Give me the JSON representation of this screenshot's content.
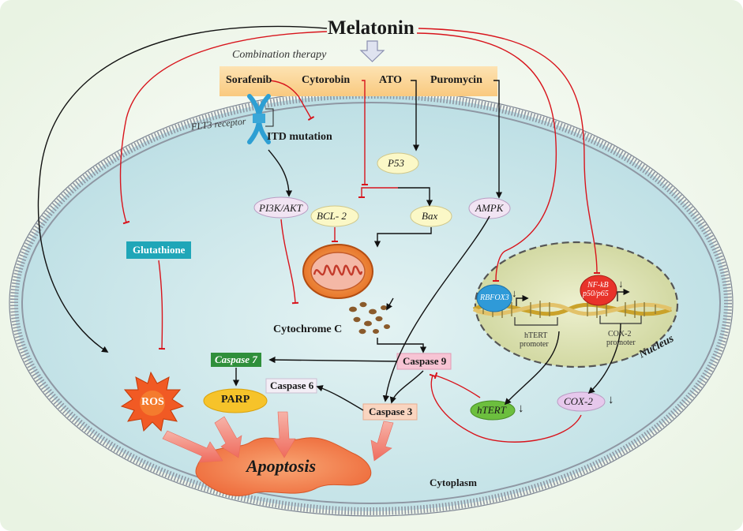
{
  "title": "Melatonin",
  "combination_therapy_label": "Combination therapy",
  "drugs": [
    "Sorafenib",
    "Cytorobin",
    "ATO",
    "Puromycin"
  ],
  "receptor_label": "FLT3 receptor",
  "itd_label": "ITD mutation",
  "pathway": {
    "pi3k": "PI3K/AKT",
    "p53": "P53",
    "bcl2": "BCL- 2",
    "bax": "Bax",
    "ampk": "AMPK",
    "cytochrome": "Cytochrome C",
    "glutathione": "Glutathione",
    "ros": "ROS",
    "caspase7": "Caspase 7",
    "caspase9": "Caspase 9",
    "caspase6": "Caspase 6",
    "caspase3": "Caspase 3",
    "parp": "PARP",
    "apoptosis": "Apoptosis",
    "cytoplasm": "Cytoplasm"
  },
  "nucleus": {
    "label": "Nucleus",
    "rbfox3": "RBFOX3",
    "nfkb_line1": "NF-kB",
    "nfkb_line2": "p50/p65",
    "htert_promoter_line1": "hTERT",
    "htert_promoter_line2": "promoter",
    "cox2_promoter_line1": "COX-2",
    "cox2_promoter_line2": "promoter"
  },
  "outputs": {
    "htert": "hTERT",
    "cox2": "COX-2",
    "down_arrow": "↓"
  },
  "colors": {
    "activation": "#111111",
    "inhibition": "#d8141c",
    "cell_fill": "#cfe8ec",
    "membrane": "#9aa2ae",
    "nucleus_fill": "#dfe4bb",
    "drug_bar": "#fbd79a",
    "caspase7": "#2f8f3b",
    "caspase9": "#f7c4d4",
    "caspase3": "#f9d5c0",
    "glutathione": "#1fa6b8",
    "ros": "#f15a24",
    "parp": "#f6c32a",
    "htert": "#6cbf3e",
    "cox2": "#e6c8ec",
    "apoptosis": "#f58a52",
    "rbfox3": "#2f9ad8",
    "nfkb": "#e8332a"
  }
}
